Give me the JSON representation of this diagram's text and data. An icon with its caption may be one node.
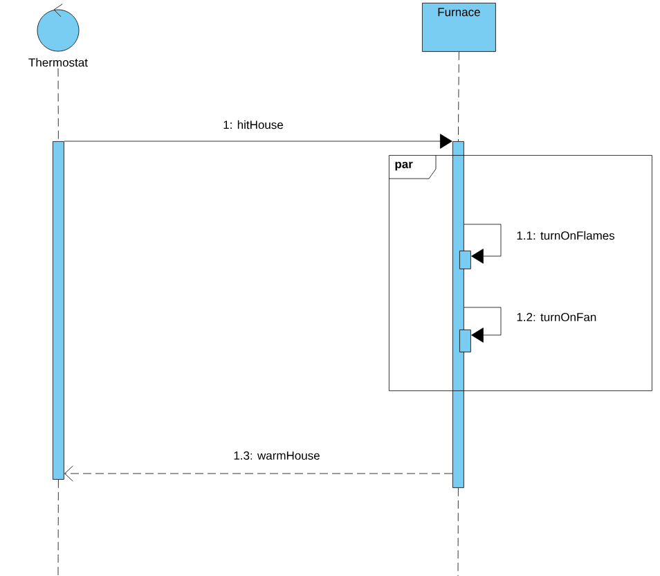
{
  "diagram": {
    "nodes": [
      {
        "text": [
          "Thermostat"
        ]
      },
      {
        "text": [
          "Furnace"
        ]
      },
      {
        "text": [],
        "shape": "bar"
      },
      {
        "text": [],
        "shape": "bar"
      },
      {
        "text": [
          "par"
        ]
      },
      {
        "text": [],
        "shape": "bar",
        "in": 4
      },
      {
        "text": [],
        "shape": "bar",
        "in": 4
      }
    ],
    "edges": [
      {
        "from": 0,
        "to": 2,
        "arrow": "none",
        "style": "dashed"
      },
      {
        "from": 1,
        "to": 3,
        "arrow": "none",
        "style": "dashed"
      },
      {
        "from": 2,
        "to": 3,
        "arrow": "to",
        "label": "1: hitHouse"
      },
      {
        "from": 3,
        "to": 5,
        "arrow": "to",
        "label": "1.1: turnOnFlames"
      },
      {
        "from": 3,
        "to": 6,
        "arrow": "to",
        "label": "1.2: turnOnFan"
      },
      {
        "from": 3,
        "to": 2,
        "arrow": "to",
        "label": "1.3: warmHouse",
        "style": "dashed"
      }
    ]
  }
}
